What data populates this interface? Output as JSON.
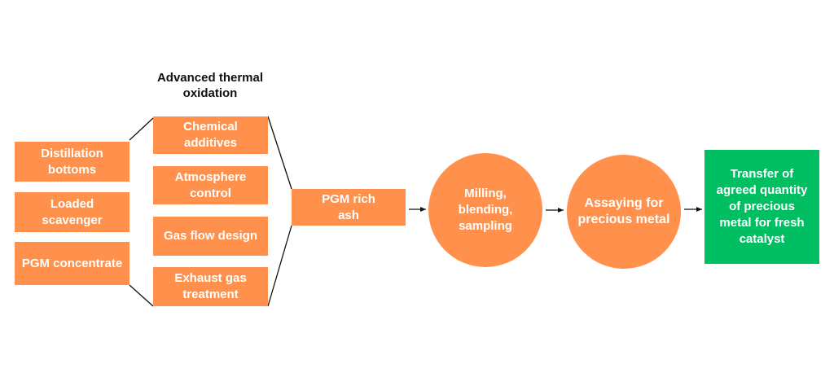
{
  "title": "Advanced thermal oxidation",
  "inputs": [
    {
      "label": "Distillation bottoms"
    },
    {
      "label": "Loaded scavenger"
    },
    {
      "label": "PGM concentrate"
    }
  ],
  "oxidation_steps": [
    {
      "label": "Chemical additives"
    },
    {
      "label": "Atmosphere control"
    },
    {
      "label": "Gas flow design"
    },
    {
      "label": "Exhaust gas treatment"
    }
  ],
  "ash": {
    "label": "PGM rich ash"
  },
  "milling": {
    "label": "Milling, blending, sampling"
  },
  "assaying": {
    "label": "Assaying for precious metal"
  },
  "transfer": {
    "label": "Transfer of agreed quantity of precious metal for fresh catalyst"
  },
  "colors": {
    "orange": "#FF914D",
    "green": "#00BF63",
    "line": "#111111"
  }
}
